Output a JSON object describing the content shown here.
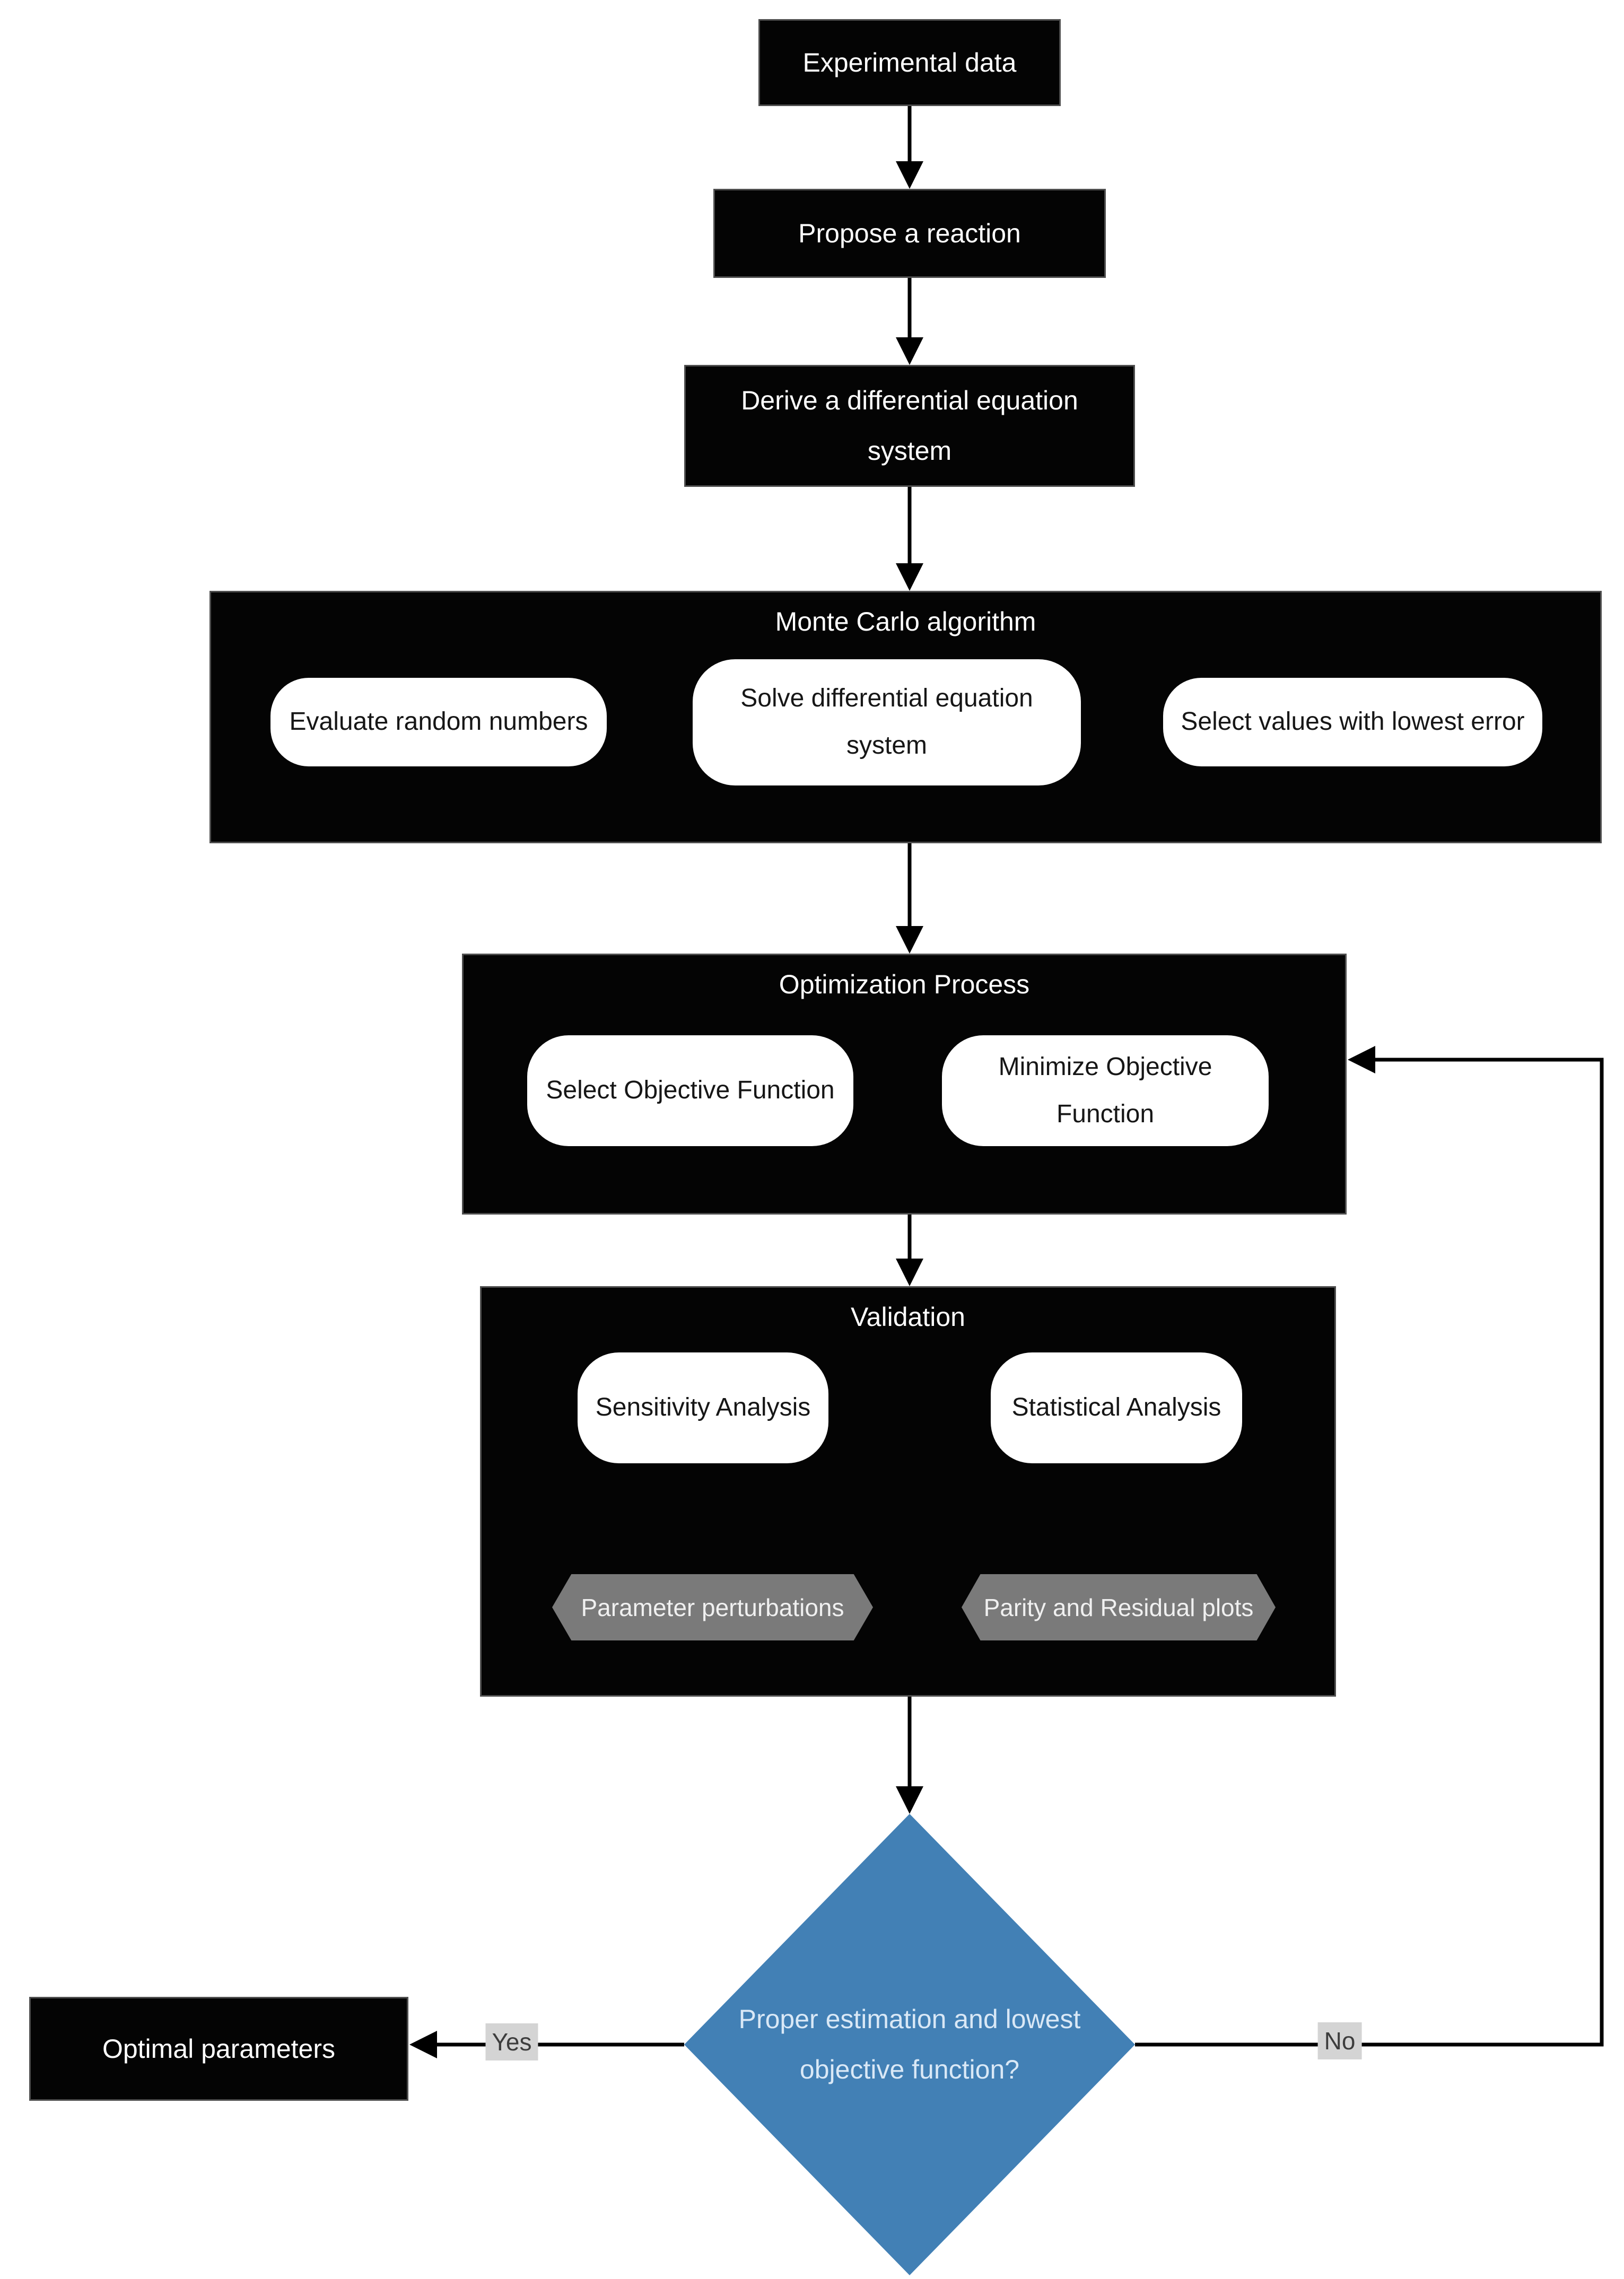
{
  "diagram": {
    "start": {
      "label": "Experimental data"
    },
    "propose": {
      "label": "Propose a reaction"
    },
    "derive": {
      "label": "Derive a differential equation system"
    },
    "monte_carlo": {
      "title": "Monte Carlo algorithm",
      "steps": {
        "evaluate": {
          "label": "Evaluate random numbers"
        },
        "solve": {
          "label": "Solve differential equation system"
        },
        "select": {
          "label": "Select values with lowest error"
        }
      }
    },
    "optimization": {
      "title": "Optimization Process",
      "steps": {
        "select_objective": {
          "label": "Select Objective Function"
        },
        "minimize_objective": {
          "label": "Minimize Objective Function"
        }
      }
    },
    "validation": {
      "title": "Validation",
      "steps": {
        "sensitivity": {
          "label": "Sensitivity Analysis"
        },
        "statistical": {
          "label": "Statistical Analysis"
        }
      },
      "outputs": {
        "perturbations": {
          "label": "Parameter perturbations"
        },
        "parity": {
          "label": "Parity and Residual plots"
        }
      }
    },
    "decision": {
      "label": "Proper estimation and lowest objective function?"
    },
    "result": {
      "label": "Optimal parameters"
    },
    "edge_labels": {
      "yes": "Yes",
      "no": "No"
    },
    "colors": {
      "node_fill": "#040404",
      "node_text": "#ffffff",
      "step_fill": "#ffffff",
      "step_text": "#161616",
      "output_fill": "#7a7a7a",
      "output_text": "#f0f0f0",
      "decision_fill": "#4280b5",
      "decision_text": "#d9e8f6",
      "edge_label_fill": "#d4d4d4",
      "edge_label_text": "#3d3d3d",
      "connector": "#000000"
    }
  }
}
